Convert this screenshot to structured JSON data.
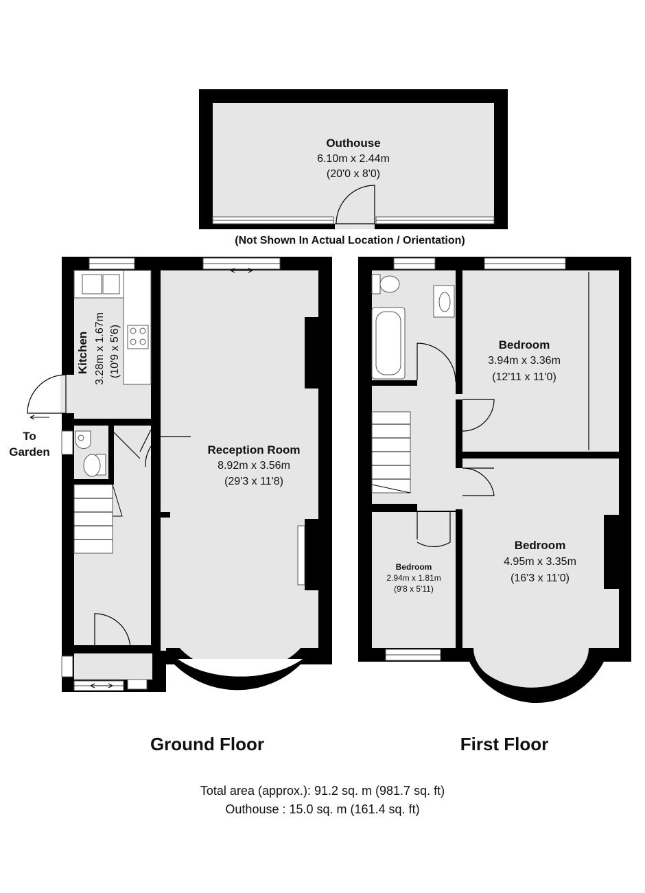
{
  "outhouse": {
    "title": "Outhouse",
    "dims_m": "6.10m x 2.44m",
    "dims_ft": "(20'0 x 8'0)",
    "note": "(Not Shown In Actual Location / Orientation)"
  },
  "ground_floor": {
    "title": "Ground Floor",
    "kitchen": {
      "title": "Kitchen",
      "dims_m": "3.28m x 1.67m",
      "dims_ft": "(10'9 x 5'6)"
    },
    "reception": {
      "title": "Reception Room",
      "dims_m": "8.92m x 3.56m",
      "dims_ft": "(29'3 x 11'8)"
    },
    "to_garden": {
      "line1": "To",
      "line2": "Garden"
    }
  },
  "first_floor": {
    "title": "First Floor",
    "bedroom_back": {
      "title": "Bedroom",
      "dims_m": "3.94m x 3.36m",
      "dims_ft": "(12'11 x 11'0)"
    },
    "bedroom_front": {
      "title": "Bedroom",
      "dims_m": "4.95m x 3.35m",
      "dims_ft": "(16'3 x 11'0)"
    },
    "bedroom_small": {
      "title": "Bedroom",
      "dims_m": "2.94m x 1.81m",
      "dims_ft": "(9'8 x 5'11)"
    }
  },
  "totals": {
    "total_area": "Total area (approx.): 91.2 sq. m (981.7 sq. ft)",
    "outhouse_area": "Outhouse : 15.0 sq. m (161.4 sq. ft)"
  },
  "colors": {
    "wall": "#000000",
    "floor": "#e6e6e6",
    "background": "#ffffff"
  }
}
